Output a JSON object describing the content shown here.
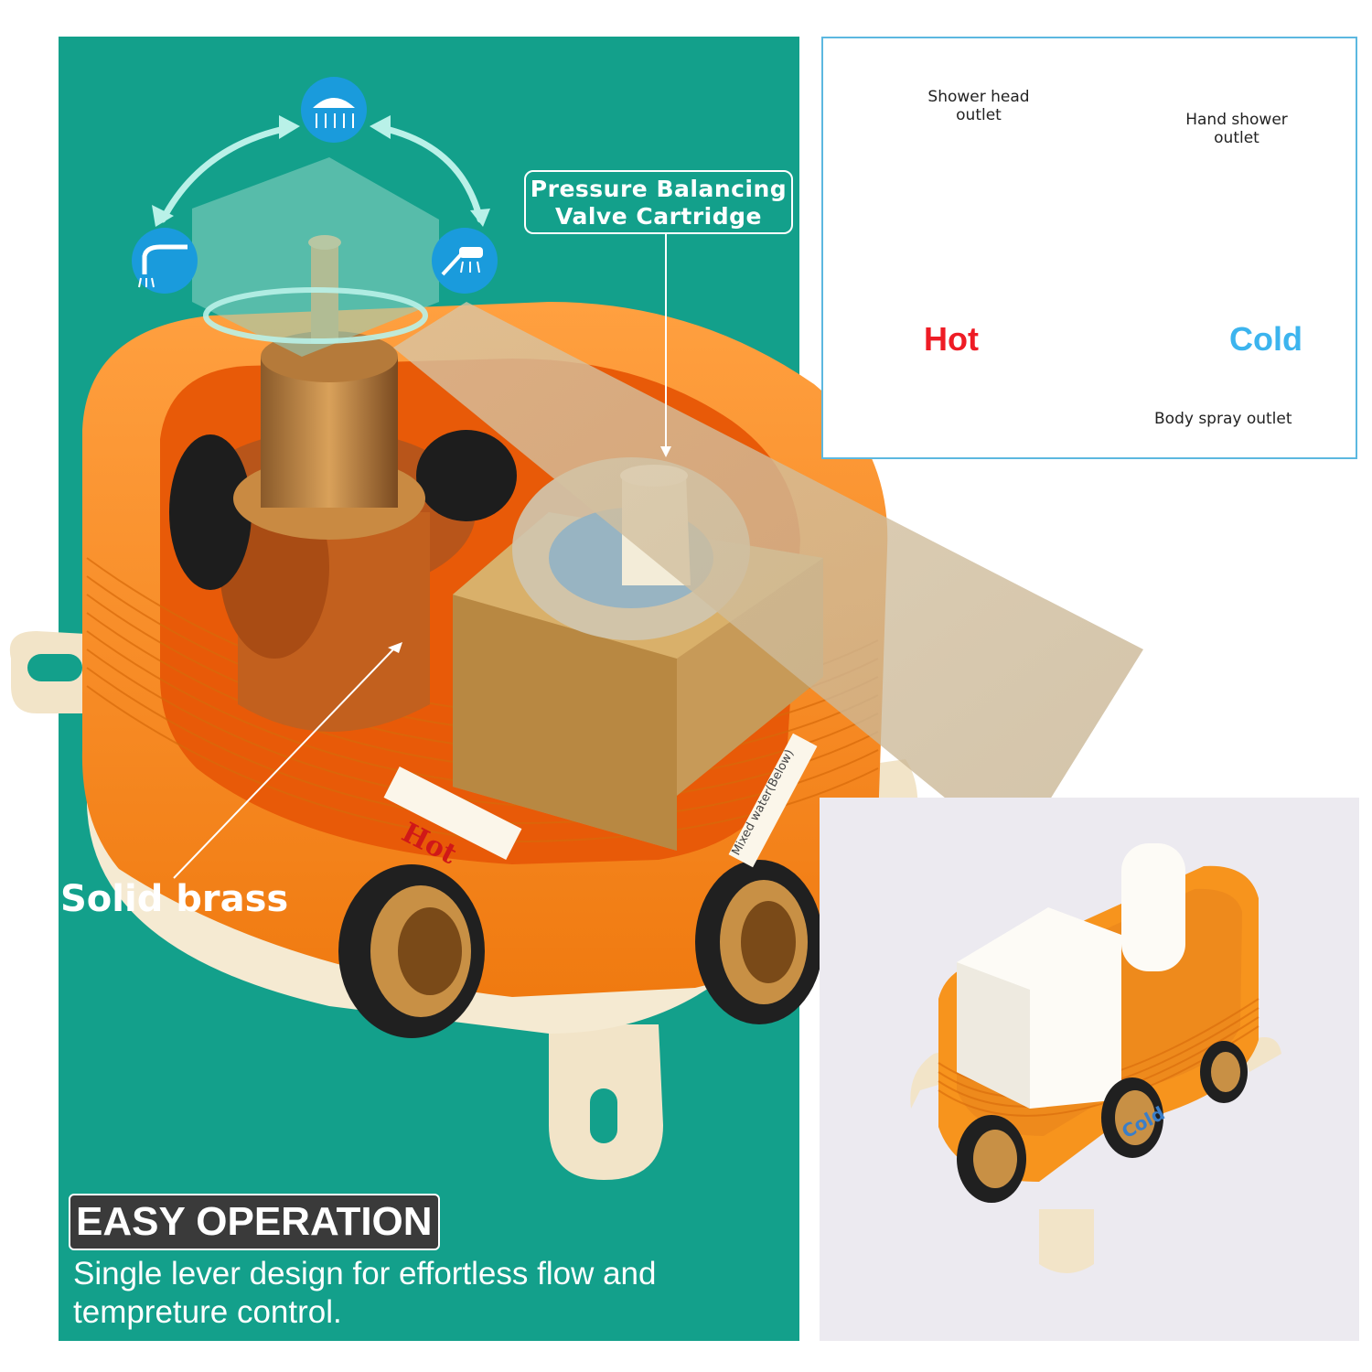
{
  "callout": {
    "line1": "Pressure Balancing",
    "line2": "Valve Cartridge"
  },
  "solid_brass": "Solid brass",
  "feature": {
    "title": "EASY OPERATION",
    "description": "Single lever design for effortless flow and tempreture control."
  },
  "diagram": {
    "shower_head": "Shower head outlet",
    "hand_shower": "Hand shower outlet",
    "hot": "Hot",
    "cold": "Cold",
    "body_spray": "Body spray outlet"
  },
  "labels_on_box": {
    "hot": "Hot",
    "mixed": "Mixed water(Below)",
    "cold": "Cold"
  },
  "colors": {
    "teal": "#13a08b",
    "orange": "#f7941d",
    "hot_red": "#ee1c25",
    "cold_blue": "#3cb4ee"
  }
}
